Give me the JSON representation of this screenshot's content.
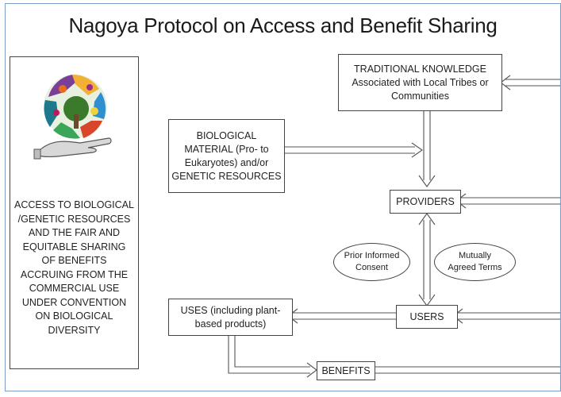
{
  "title": "Nagoya Protocol on Access and Benefit Sharing",
  "left_panel": {
    "logo_icon": "hand-holding-biodiversity-globe-icon",
    "description": "ACCESS TO BIOLOGICAL\n/GENETIC RESOURCES\nAND THE FAIR AND\nEQUITABLE SHARING\nOF BENEFITS\nACCRUING FROM THE\nCOMMERCIAL USE\nUNDER CONVENTION\nON BIOLOGICAL\nDIVERSITY"
  },
  "nodes": {
    "traditional_knowledge": "TRADITIONAL KNOWLEDGE\nAssociated with Local Tribes or\nCommunities",
    "biological_material": "BIOLOGICAL\nMATERIAL (Pro- to\nEukaryotes) and/or\nGENETIC RESOURCES",
    "providers": "PROVIDERS",
    "prior_informed_consent": "Prior Informed\nConsent",
    "mutually_agreed_terms": "Mutually\nAgreed Terms",
    "users": "USERS",
    "uses": "USES (including plant-\nbased products)",
    "benefits": "BENEFITS"
  },
  "colors": {
    "frame_border": "#7a9cc6",
    "box_border": "#444444",
    "arrow": "#555555"
  }
}
